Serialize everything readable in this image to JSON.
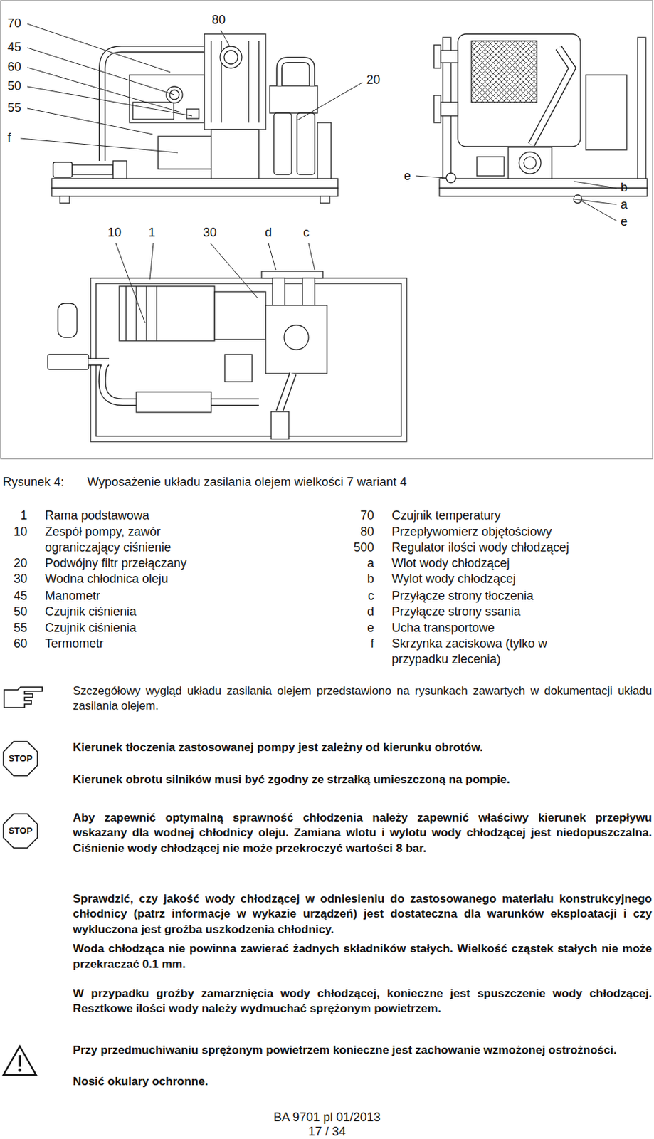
{
  "diagram": {
    "title": "Rysunek 4:",
    "caption": "Wyposażenie układu zasilania olejem wielkości 7 wariant 4",
    "labels": [
      "70",
      "45",
      "60",
      "50",
      "55",
      "f",
      "80",
      "20",
      "e",
      "b",
      "a",
      "e",
      "10",
      "1",
      "30",
      "d",
      "c",
      "1",
      "Rama podstawowa",
      "10",
      "Zespół pompy, zawór ograniczający ciśnienie",
      "20",
      "Podwójny filtr przełączany",
      "30",
      "Wodna chłodnica oleju",
      "45",
      "Manometr",
      "50",
      "Czujnik ciśnienia",
      "55",
      "Czujnik ciśnienia",
      "60",
      "Termometr",
      "70",
      "Czujnik temperatury",
      "80",
      "Przepływomierz objętościowy",
      "500",
      "Regulator ilości wody chłodzącej",
      "a",
      "Wlot wody chłodzącej",
      "b",
      "Wylot wody chłodzącej",
      "c",
      "Przyłącze strony tłoczenia",
      "d",
      "Przyłącze strony ssania",
      "e",
      "Ucha transportowe",
      "f",
      "Skrzynka zaciskowa (tylko w przypadku zlecenia)",
      "STOP",
      "STOP",
      "Szczegółowy wygląd układu zasilania olejem przedstawiono na rysunkach zawartych w dokumentacji układu zasilania olejem.",
      "Kierunek tłoczenia zastosowanej pompy jest zależny od kierunku obrotów.",
      "Kierunek obrotu silników musi być zgodny ze strzałką umieszczoną na pompie.",
      "Aby zapewnić optymalną sprawność chłodzenia należy zapewnić właściwy kierunek przepływu wskazany dla wodnej chłodnicy oleju. Zamiana wlotu i wylotu wody chłodzącej jest niedopuszczalna. Ciśnienie wody chłodzącej nie może przekroczyć wartości 8 bar.",
      "Sprawdzić, czy jakość wody chłodzącej w odniesieniu do zastosowanego materiału konstrukcyjnego chłodnicy (patrz informacje w wykazie urządzeń) jest dostateczna dla warunków eksploatacji i czy wykluczona jest groźba uszkodzenia chłodnicy.",
      "Woda chłodząca nie powinna zawierać żadnych składników stałych. Wielkość cząstek stałych nie może przekraczać 0.1 mm.",
      "W przypadku groźby zamarznięcia wody chłodzącej, konieczne jest spuszczenie wody chłodzącej. Resztkowe ilości wody należy wydmuchać sprężonym powietrzem.",
      "Przy przedmuchiwaniu sprężonym powietrzem konieczne jest zachowanie wzmożonej ostrożności.",
      "Nosić okulary ochronne.",
      "BA 9701 pl 01/2013",
      "17 / 34"
    ]
  }
}
